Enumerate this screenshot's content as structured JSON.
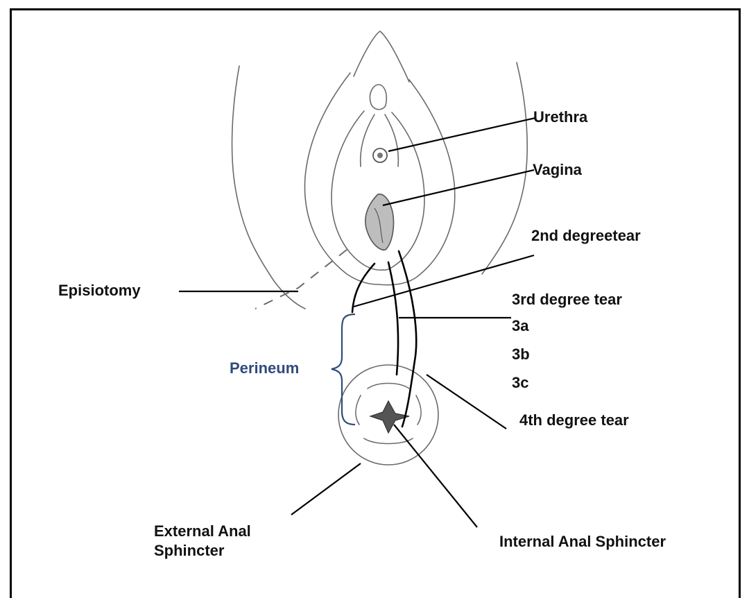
{
  "labels": {
    "urethra": "Urethra",
    "vagina": "Vagina",
    "second_degree": "2nd degree",
    "second_degree_tear": "tear",
    "episiotomy": "Episiotomy",
    "third_degree": "3rd degree tear",
    "sub_3a": "3a",
    "sub_3b": "3b",
    "sub_3c": "3c",
    "perineum": "Perineum",
    "fourth_degree": "4th degree tear",
    "external_line1": "External Anal",
    "external_line2": "Sphincter",
    "internal": "Internal Anal Sphincter"
  },
  "colors": {
    "perineum_label": "#2f4b7c",
    "bracket": "#2f4b7c",
    "sketch": "#6a6a6a",
    "leader": "#000000"
  }
}
